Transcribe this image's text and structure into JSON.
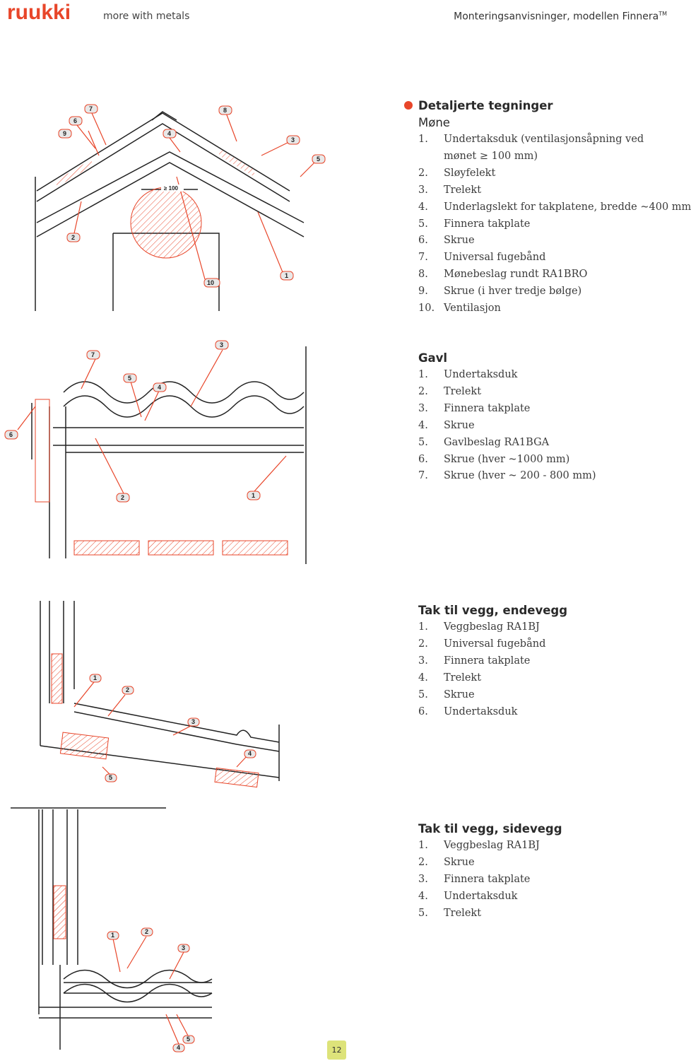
{
  "header": {
    "brand": "ruukki",
    "tagline": "more with metals",
    "title": "Monteringsanvisninger, modellen Finnera",
    "title_sup": "TM"
  },
  "sections": [
    {
      "title": "Detaljerte tegninger",
      "subtitle": "Møne",
      "items": [
        {
          "n": "1.",
          "text": "Undertaksduk (ventilasjonsåpning ved"
        },
        {
          "n": "",
          "text": "mønet ≥ 100 mm)"
        },
        {
          "n": "2.",
          "text": "Sløyfelekt"
        },
        {
          "n": "3.",
          "text": "Trelekt"
        },
        {
          "n": "4.",
          "text": "Underlagslekt for takplatene, bredde ~400 mm"
        },
        {
          "n": "5.",
          "text": "Finnera takplate"
        },
        {
          "n": "6.",
          "text": "Skrue"
        },
        {
          "n": "7.",
          "text": "Universal fugebånd"
        },
        {
          "n": "8.",
          "text": "Mønebeslag rundt RA1BRO"
        },
        {
          "n": "9.",
          "text": "Skrue (i hver tredje bølge)"
        },
        {
          "n": "10.",
          "text": "Ventilasjon"
        }
      ]
    },
    {
      "title": "Gavl",
      "items": [
        {
          "n": "1.",
          "text": "Undertaksduk"
        },
        {
          "n": "2.",
          "text": "Trelekt"
        },
        {
          "n": "3.",
          "text": "Finnera takplate"
        },
        {
          "n": "4.",
          "text": "Skrue"
        },
        {
          "n": "5.",
          "text": "Gavlbeslag RA1BGA"
        },
        {
          "n": "6.",
          "text": "Skrue (hver ~1000 mm)"
        },
        {
          "n": "7.",
          "text": "Skrue (hver ~ 200 - 800 mm)"
        }
      ]
    },
    {
      "title": "Tak til vegg, endevegg",
      "items": [
        {
          "n": "1.",
          "text": "Veggbeslag RA1BJ"
        },
        {
          "n": "2.",
          "text": "Universal fugebånd"
        },
        {
          "n": "3.",
          "text": "Finnera takplate"
        },
        {
          "n": "4.",
          "text": "Trelekt"
        },
        {
          "n": "5.",
          "text": "Skrue"
        },
        {
          "n": "6.",
          "text": "Undertaksduk"
        }
      ]
    },
    {
      "title": "Tak til vegg, sidevegg",
      "items": [
        {
          "n": "1.",
          "text": "Veggbeslag RA1BJ"
        },
        {
          "n": "2.",
          "text": "Skrue"
        },
        {
          "n": "3.",
          "text": "Finnera takplate"
        },
        {
          "n": "4.",
          "text": "Undertaksduk"
        },
        {
          "n": "5.",
          "text": "Trelekt"
        }
      ]
    }
  ],
  "drawings": {
    "ridge_dimension": "≥ 100",
    "ridge_callouts": [
      "7",
      "6",
      "8",
      "9",
      "4",
      "3",
      "5",
      "2",
      "1",
      "10"
    ],
    "gable_callouts": [
      "7",
      "3",
      "5",
      "4",
      "6",
      "2",
      "1"
    ],
    "endwall_callouts": [
      "1",
      "2",
      "3",
      "4",
      "5"
    ],
    "sidewall_callouts": [
      "1",
      "2",
      "3",
      "4",
      "5"
    ]
  },
  "page_number": "12",
  "colors": {
    "accent": "#e8462a",
    "page_badge": "#dde37a",
    "brand": "#e8462a"
  }
}
